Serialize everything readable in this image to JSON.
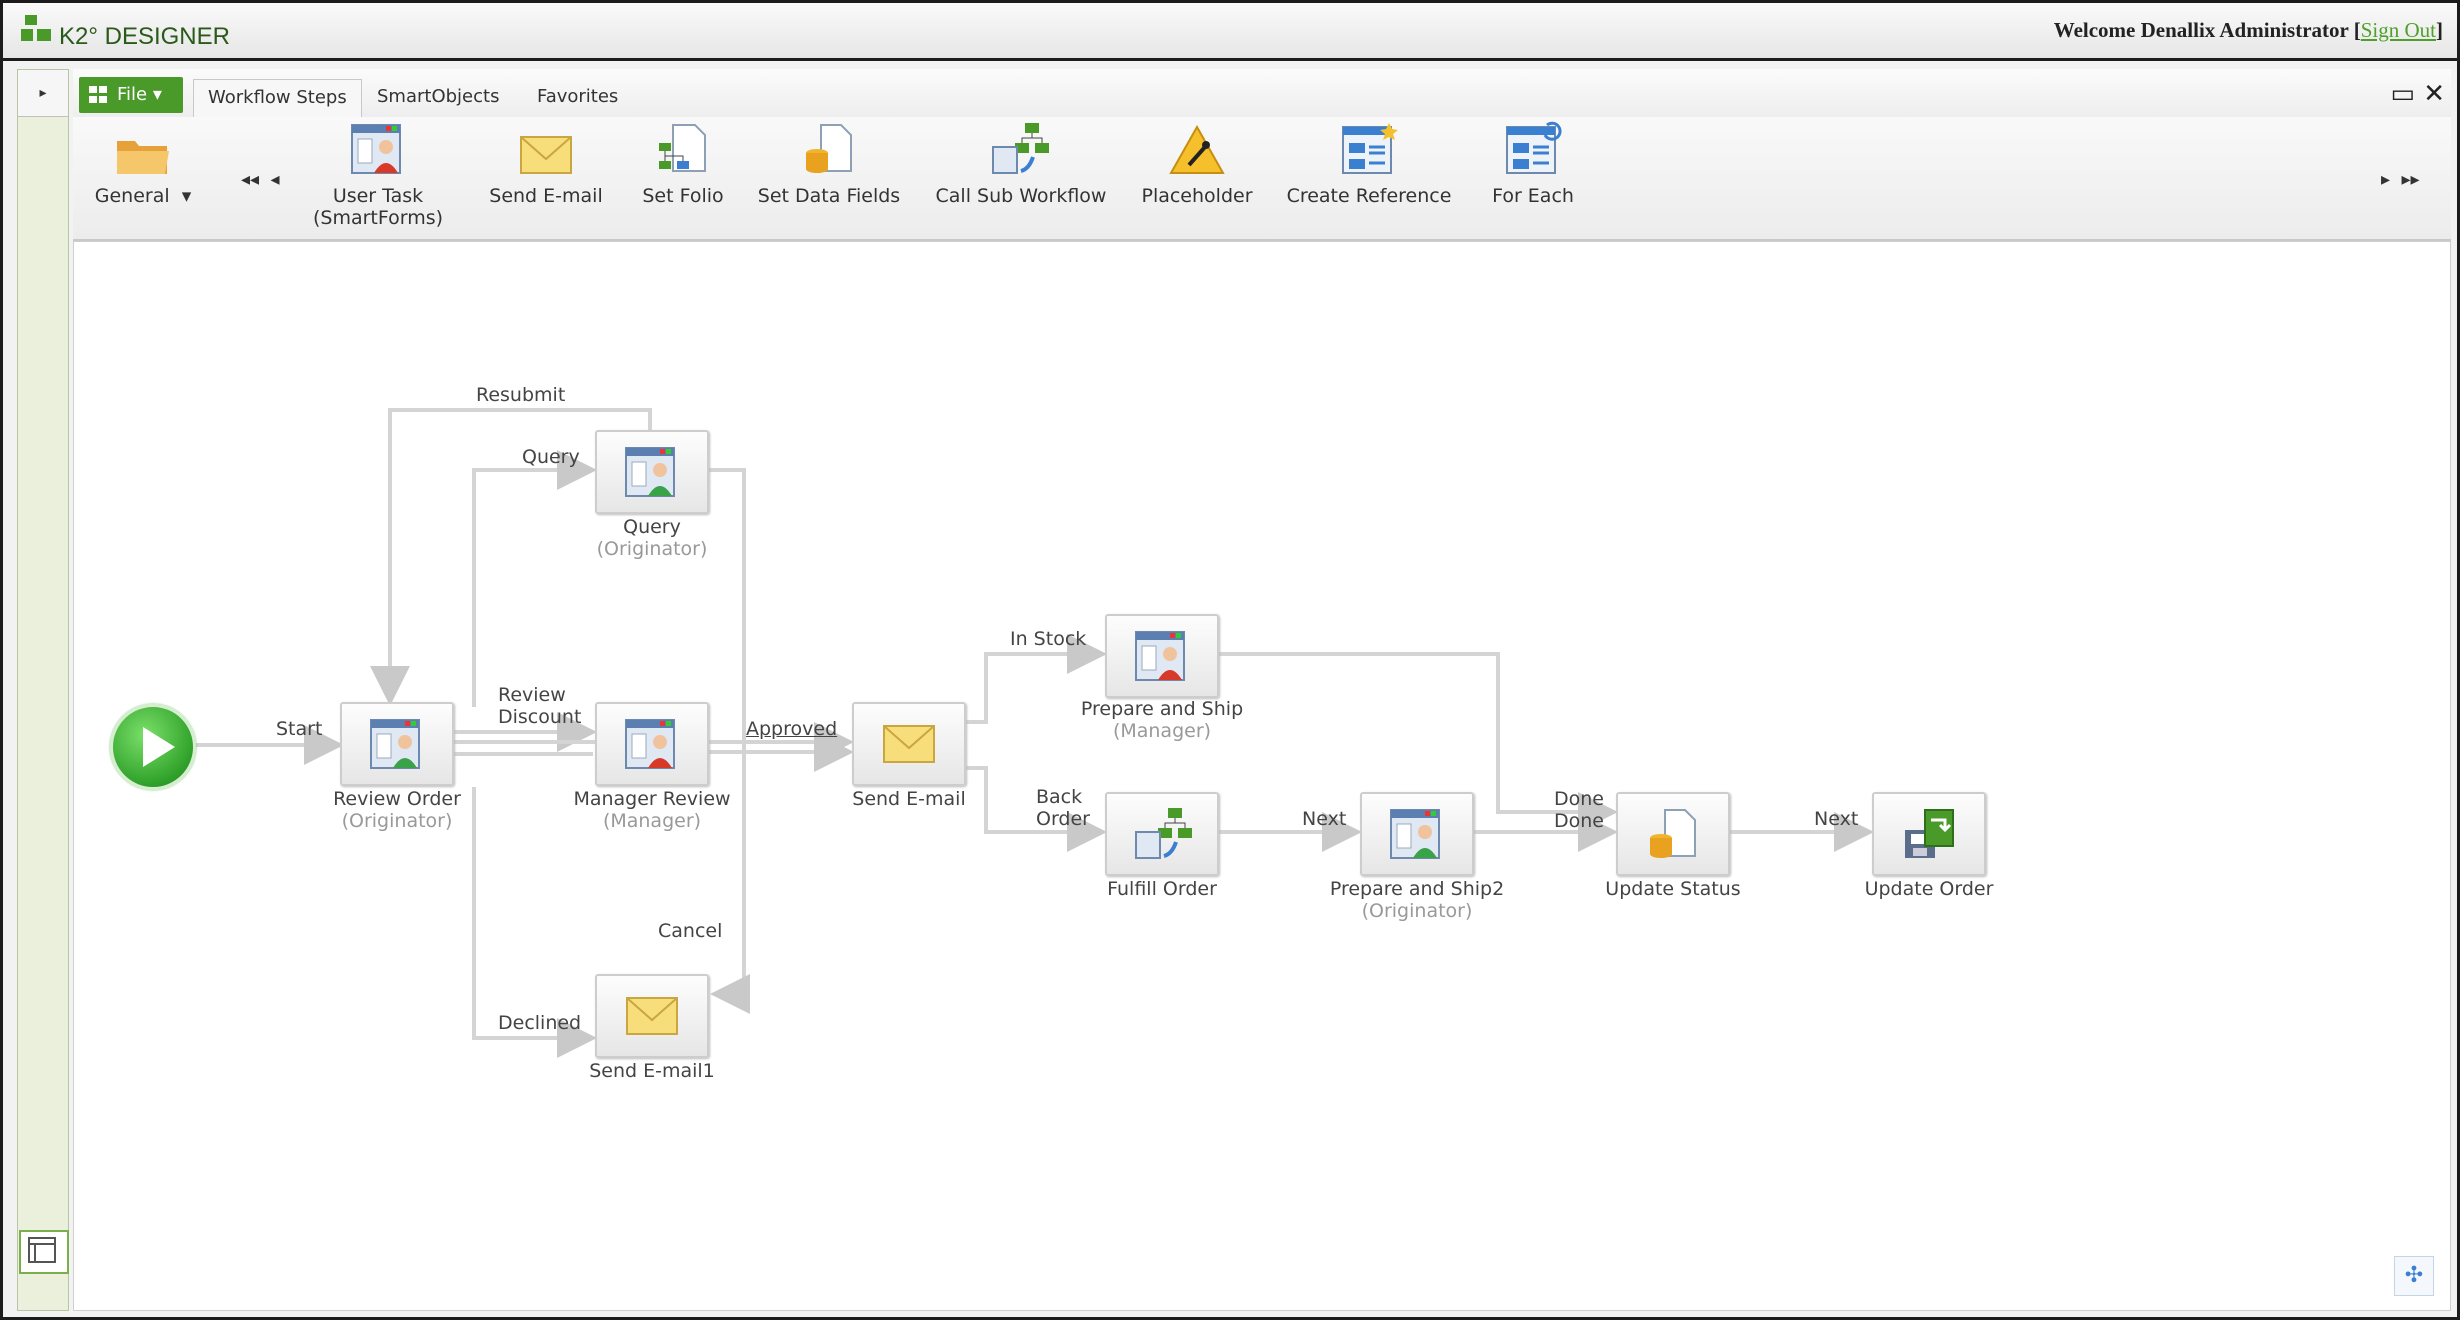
{
  "app": {
    "title": "K2° DESIGNER",
    "welcome_text": "Welcome Denallix Administrator",
    "sign_out": "Sign Out"
  },
  "ribbon": {
    "file_label": "File",
    "tabs": [
      {
        "label": "Workflow Steps",
        "active": true
      },
      {
        "label": "SmartObjects",
        "active": false
      },
      {
        "label": "Favorites",
        "active": false
      }
    ],
    "general_label": "General",
    "items": [
      {
        "label_line1": "User Task",
        "label_line2": "(SmartForms)",
        "icon": "user-task-icon"
      },
      {
        "label_line1": "Send E-mail",
        "label_line2": "",
        "icon": "envelope-icon"
      },
      {
        "label_line1": "Set Folio",
        "label_line2": "",
        "icon": "folio-icon"
      },
      {
        "label_line1": "Set Data Fields",
        "label_line2": "",
        "icon": "data-fields-icon"
      },
      {
        "label_line1": "Call Sub Workflow",
        "label_line2": "",
        "icon": "sub-workflow-icon"
      },
      {
        "label_line1": "Placeholder",
        "label_line2": "",
        "icon": "placeholder-icon"
      },
      {
        "label_line1": "Create Reference",
        "label_line2": "",
        "icon": "create-reference-icon"
      },
      {
        "label_line1": "For Each",
        "label_line2": "",
        "icon": "for-each-icon"
      }
    ]
  },
  "workflow": {
    "nodes": {
      "review_order": {
        "name": "Review Order",
        "role": "(Originator)"
      },
      "query": {
        "name": "Query",
        "role": "(Originator)"
      },
      "manager_review": {
        "name": "Manager Review",
        "role": "(Manager)"
      },
      "send_email1": {
        "name": "Send E-mail1",
        "role": ""
      },
      "send_email": {
        "name": "Send E-mail",
        "role": ""
      },
      "prepare_ship": {
        "name": "Prepare and Ship",
        "role": "(Manager)"
      },
      "fulfill_order": {
        "name": "Fulfill Order",
        "role": ""
      },
      "prepare_ship2": {
        "name": "Prepare and Ship2",
        "role": "(Originator)"
      },
      "update_status": {
        "name": "Update Status",
        "role": ""
      },
      "update_order": {
        "name": "Update Order",
        "role": ""
      }
    },
    "edges": {
      "start": "Start",
      "resubmit": "Resubmit",
      "query": "Query",
      "review_discount_1": "Review",
      "review_discount_2": "Discount",
      "approved": "Approved",
      "declined": "Declined",
      "cancel": "Cancel",
      "in_stock": "In Stock",
      "back_order_1": "Back",
      "back_order_2": "Order",
      "next1": "Next",
      "done1": "Done",
      "done2": "Done",
      "next2": "Next"
    }
  }
}
